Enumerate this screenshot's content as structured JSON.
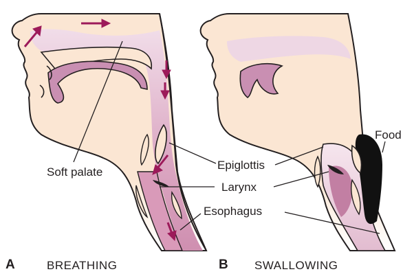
{
  "labels": {
    "soft_palate": "Soft palate",
    "epiglottis": "Epiglottis",
    "larynx": "Larynx",
    "esophagus": "Esophagus",
    "food": "Food"
  },
  "panels": [
    {
      "letter": "A",
      "title": "BREATHING"
    },
    {
      "letter": "B",
      "title": "SWALLOWING"
    }
  ],
  "colors": {
    "skin": "#fbe6d3",
    "airway": "#e6cfe0",
    "airway_dark": "#cc8fae",
    "tongue": "#c98fb2",
    "arrow": "#9c1a5a",
    "food": "#111111",
    "outline": "#231f20"
  }
}
